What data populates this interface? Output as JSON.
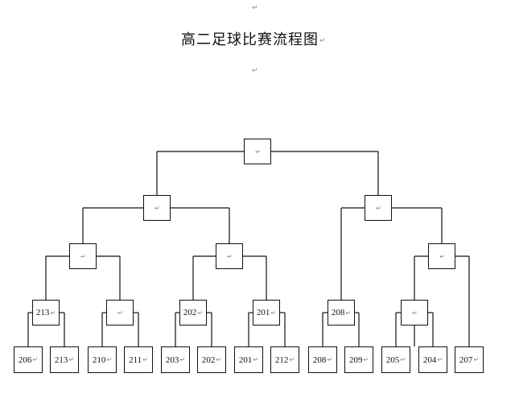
{
  "title": "高二足球比赛流程图",
  "paragraph_mark": "↵",
  "bracket": {
    "final": "",
    "semifinals": [
      "",
      ""
    ],
    "quarterfinals": [
      "",
      "",
      "",
      ""
    ],
    "round_of_16": [
      "213",
      "",
      "202",
      "201",
      "208",
      "",
      ""
    ],
    "first_round": [
      "206",
      "213",
      "210",
      "211",
      "203",
      "202",
      "201",
      "212",
      "208",
      "209",
      "205",
      "204",
      "207"
    ]
  }
}
